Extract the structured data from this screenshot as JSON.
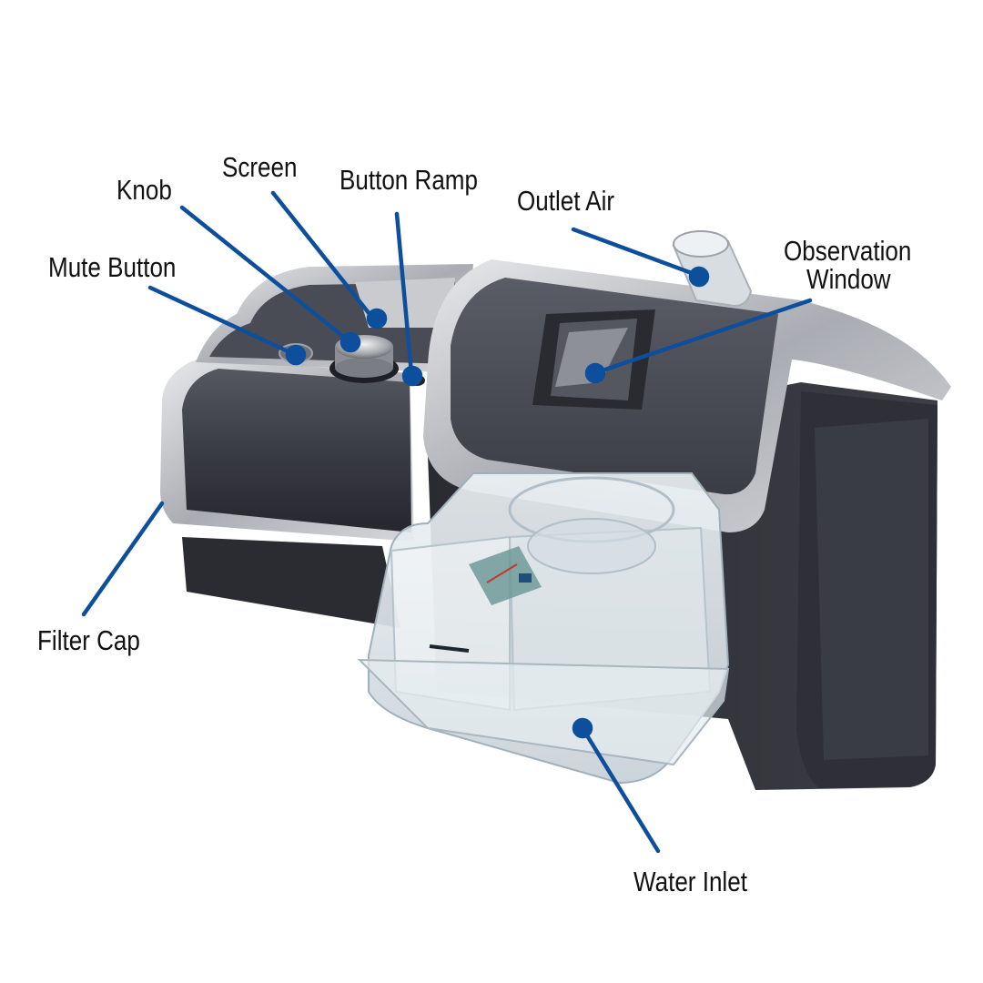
{
  "diagram": {
    "subject": "CPAP machine with heated humidifier",
    "accent_color": "#0d4f9c",
    "body_color": "#3a3d47",
    "trim_color": "#b9bcc2",
    "callouts": [
      {
        "id": "knob",
        "label": "Knob"
      },
      {
        "id": "screen",
        "label": "Screen"
      },
      {
        "id": "button-ramp",
        "label": "Button Ramp"
      },
      {
        "id": "outlet-air",
        "label": "Outlet Air"
      },
      {
        "id": "mute-button",
        "label": "Mute Button"
      },
      {
        "id": "observation-window",
        "label_line1": "Observation",
        "label_line2": "Window"
      },
      {
        "id": "filter-cap",
        "label": "Filter Cap"
      },
      {
        "id": "water-inlet",
        "label": "Water Inlet"
      }
    ]
  }
}
